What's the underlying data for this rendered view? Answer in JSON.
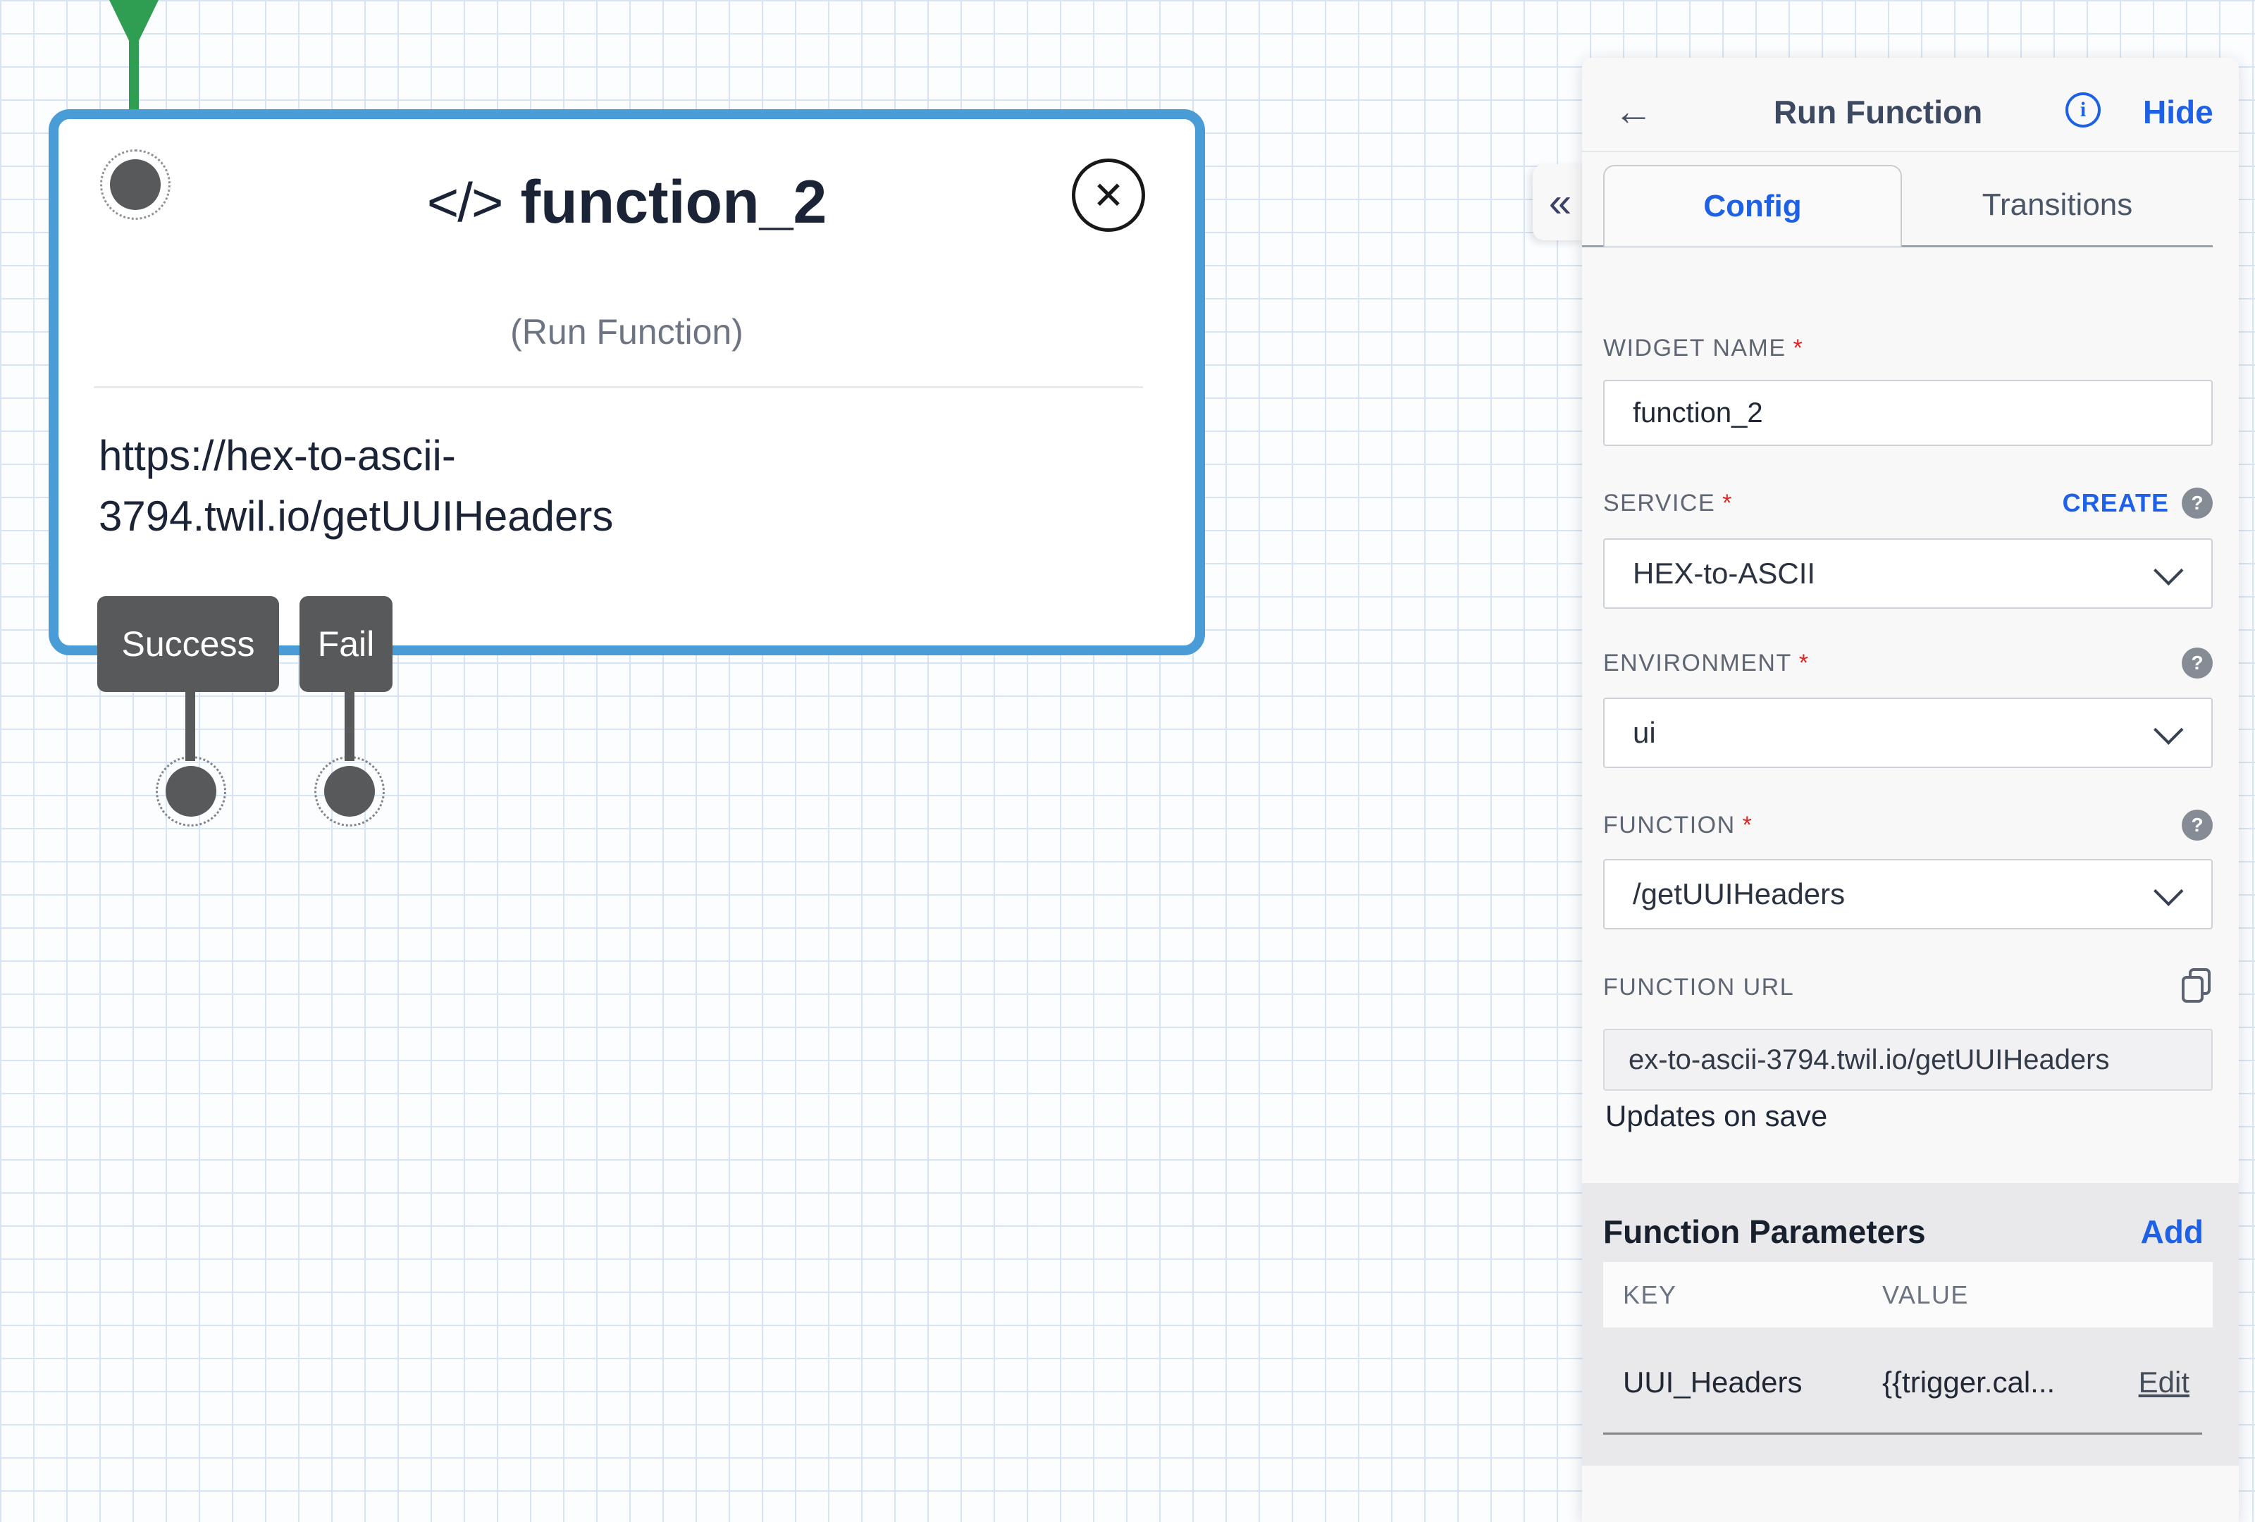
{
  "required_mark": "*",
  "icons": {
    "back": "←",
    "collapse": "«",
    "close": "✕",
    "info": "i",
    "help": "?"
  },
  "colors": {
    "accent_blue": "#1e60e6",
    "node_selected_border": "#4a9cd6",
    "connector_green": "#2f9e53",
    "connector_gray": "#58595b",
    "required_red": "#e02424"
  },
  "canvas": {
    "node": {
      "icon": "</>",
      "title": "function_2",
      "subtitle": "(Run Function)",
      "url": "https://hex-to-ascii-3794.twil.io/getUUIHeaders",
      "transitions": [
        {
          "label": "Success"
        },
        {
          "label": "Fail"
        }
      ]
    }
  },
  "panel": {
    "title": "Run Function",
    "hide_label": "Hide",
    "tabs": [
      {
        "label": "Config",
        "active": true
      },
      {
        "label": "Transitions",
        "active": false
      }
    ],
    "fields": {
      "widget_name": {
        "label": "WIDGET NAME",
        "value": "function_2"
      },
      "service": {
        "label": "SERVICE",
        "value": "HEX-to-ASCII",
        "create_label": "CREATE"
      },
      "environment": {
        "label": "ENVIRONMENT",
        "value": "ui"
      },
      "function": {
        "label": "FUNCTION",
        "value": "/getUUIHeaders"
      },
      "function_url": {
        "label": "FUNCTION URL",
        "value": "ex-to-ascii-3794.twil.io/getUUIHeaders",
        "note": "Updates on save"
      }
    },
    "parameters": {
      "heading": "Function Parameters",
      "add_label": "Add",
      "columns": [
        "KEY",
        "VALUE"
      ],
      "rows": [
        {
          "key": "UUI_Headers",
          "value": "{{trigger.cal...",
          "action": "Edit"
        }
      ]
    }
  }
}
